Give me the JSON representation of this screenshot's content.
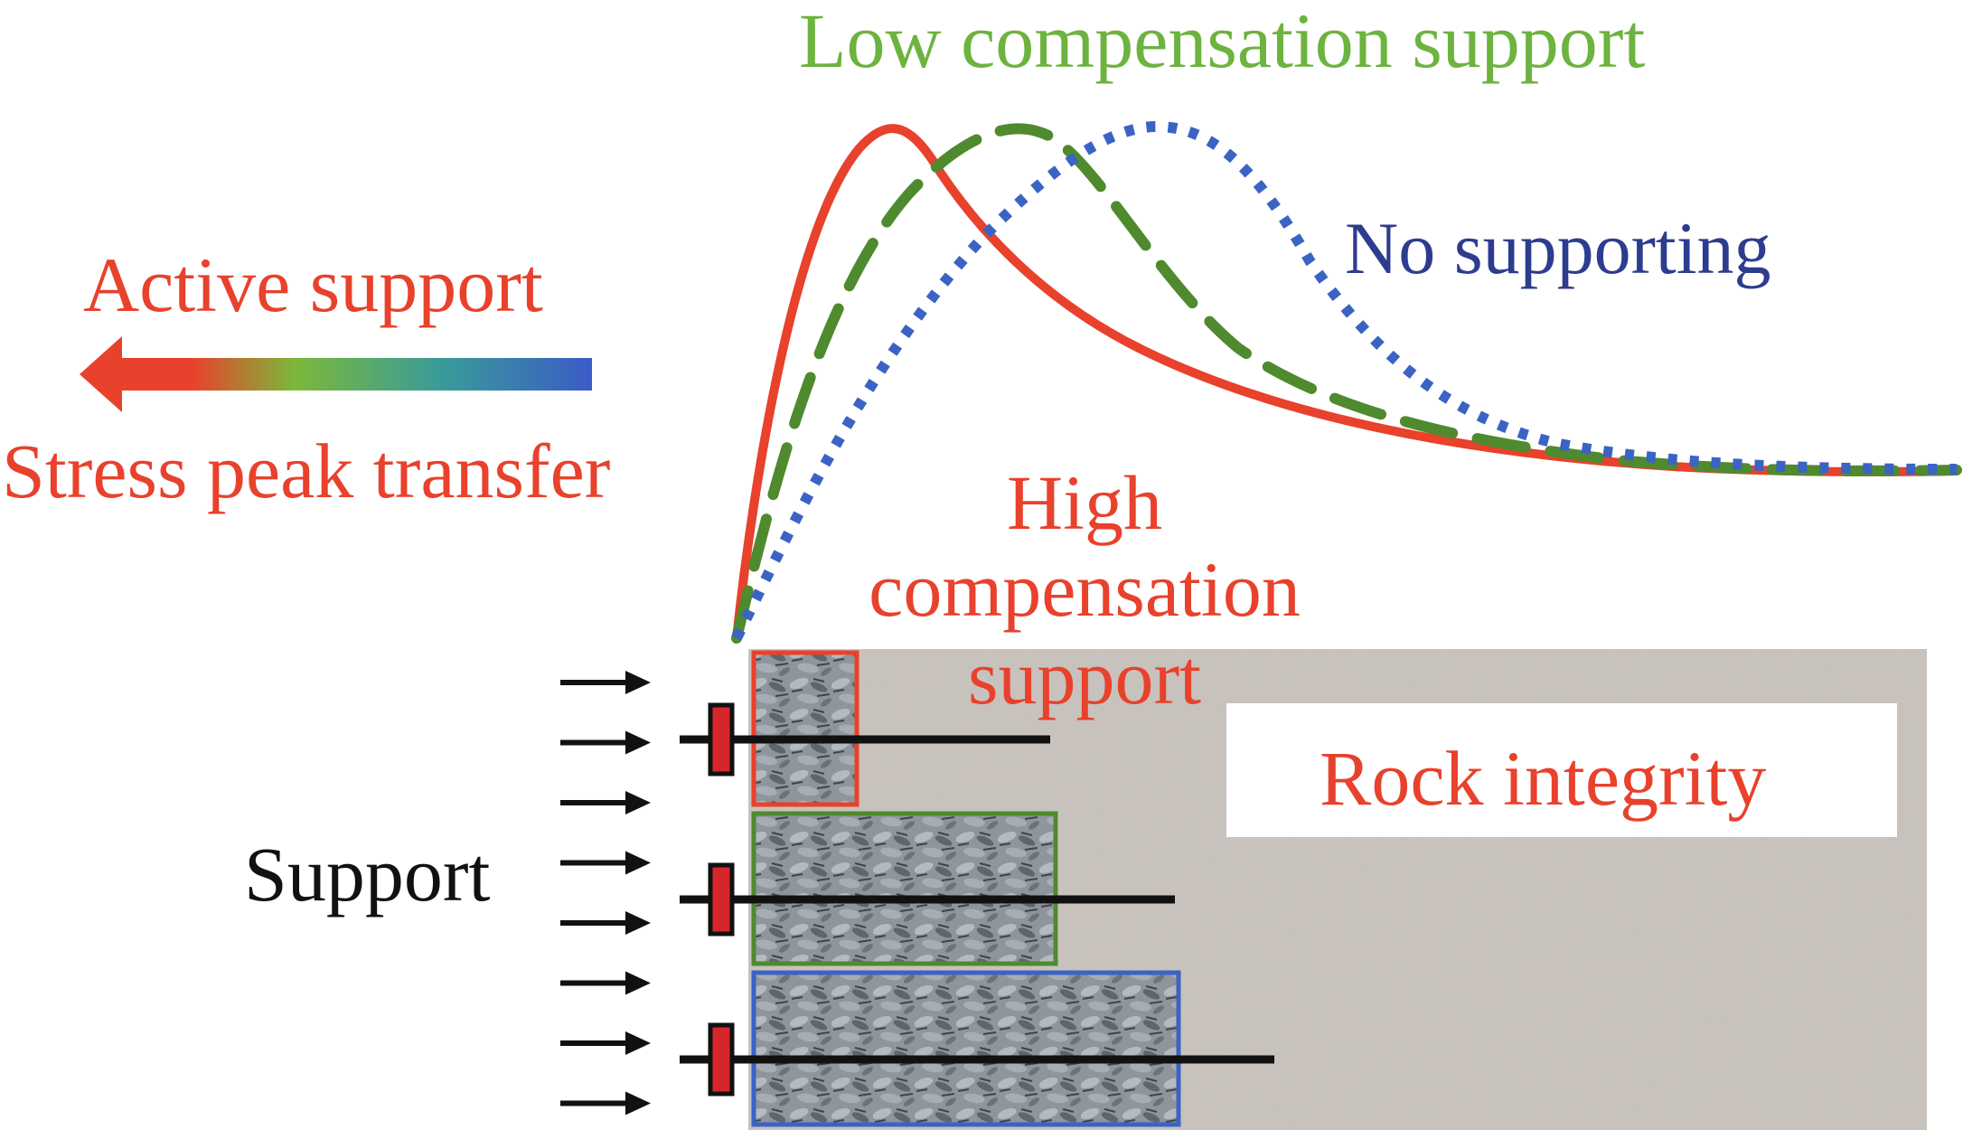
{
  "labels": {
    "low_compensation": "Low compensation support",
    "no_supporting": "No supporting",
    "active_support": "Active support",
    "stress_peak_transfer": "Stress peak transfer",
    "high_compensation": "High compensation support",
    "support": "Support",
    "rock_integrity": "Rock integrity"
  },
  "colors": {
    "active": "#e8412c",
    "low_compensation": "#4f8a2e",
    "low_label": "#6db33f",
    "no_supporting": "#3b63c4",
    "no_label": "#2e3c8f",
    "rock": "#c9c2bd",
    "support_plate": "#d7262a",
    "arrow": "#111111"
  },
  "curves": [
    {
      "name": "High compensation support",
      "style": "solid",
      "color_key": "active"
    },
    {
      "name": "Low compensation support",
      "style": "dashed",
      "color_key": "low_compensation"
    },
    {
      "name": "No supporting",
      "style": "dotted",
      "color_key": "no_supporting"
    }
  ],
  "zones": [
    {
      "name": "high-compensation-zone",
      "color_key": "active"
    },
    {
      "name": "low-compensation-zone",
      "color_key": "low_compensation"
    },
    {
      "name": "no-support-zone",
      "color_key": "no_supporting"
    }
  ],
  "rock_bolts": 3,
  "load_arrows": 8
}
